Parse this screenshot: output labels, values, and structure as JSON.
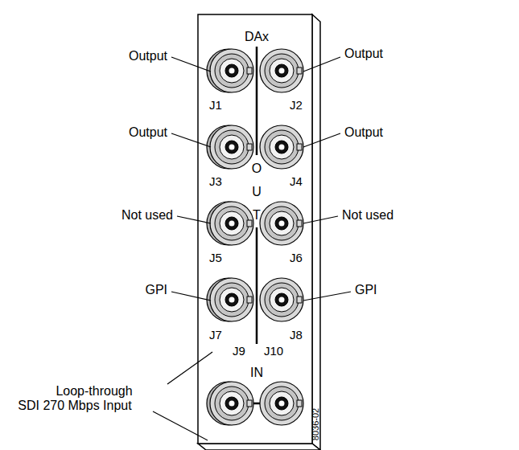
{
  "diagram": {
    "labels": [
      "DAx",
      "Output",
      "Output",
      "J1",
      "J2",
      "Output",
      "Output",
      "J3",
      "OUT",
      "J4",
      "Not used",
      "Not used",
      "J5",
      "J6",
      "GPI",
      "GPI",
      "J7",
      "J9",
      "J10",
      "J8",
      "IN",
      "Loop-through SDI 270 Mbps Input",
      "8036-02"
    ]
  }
}
